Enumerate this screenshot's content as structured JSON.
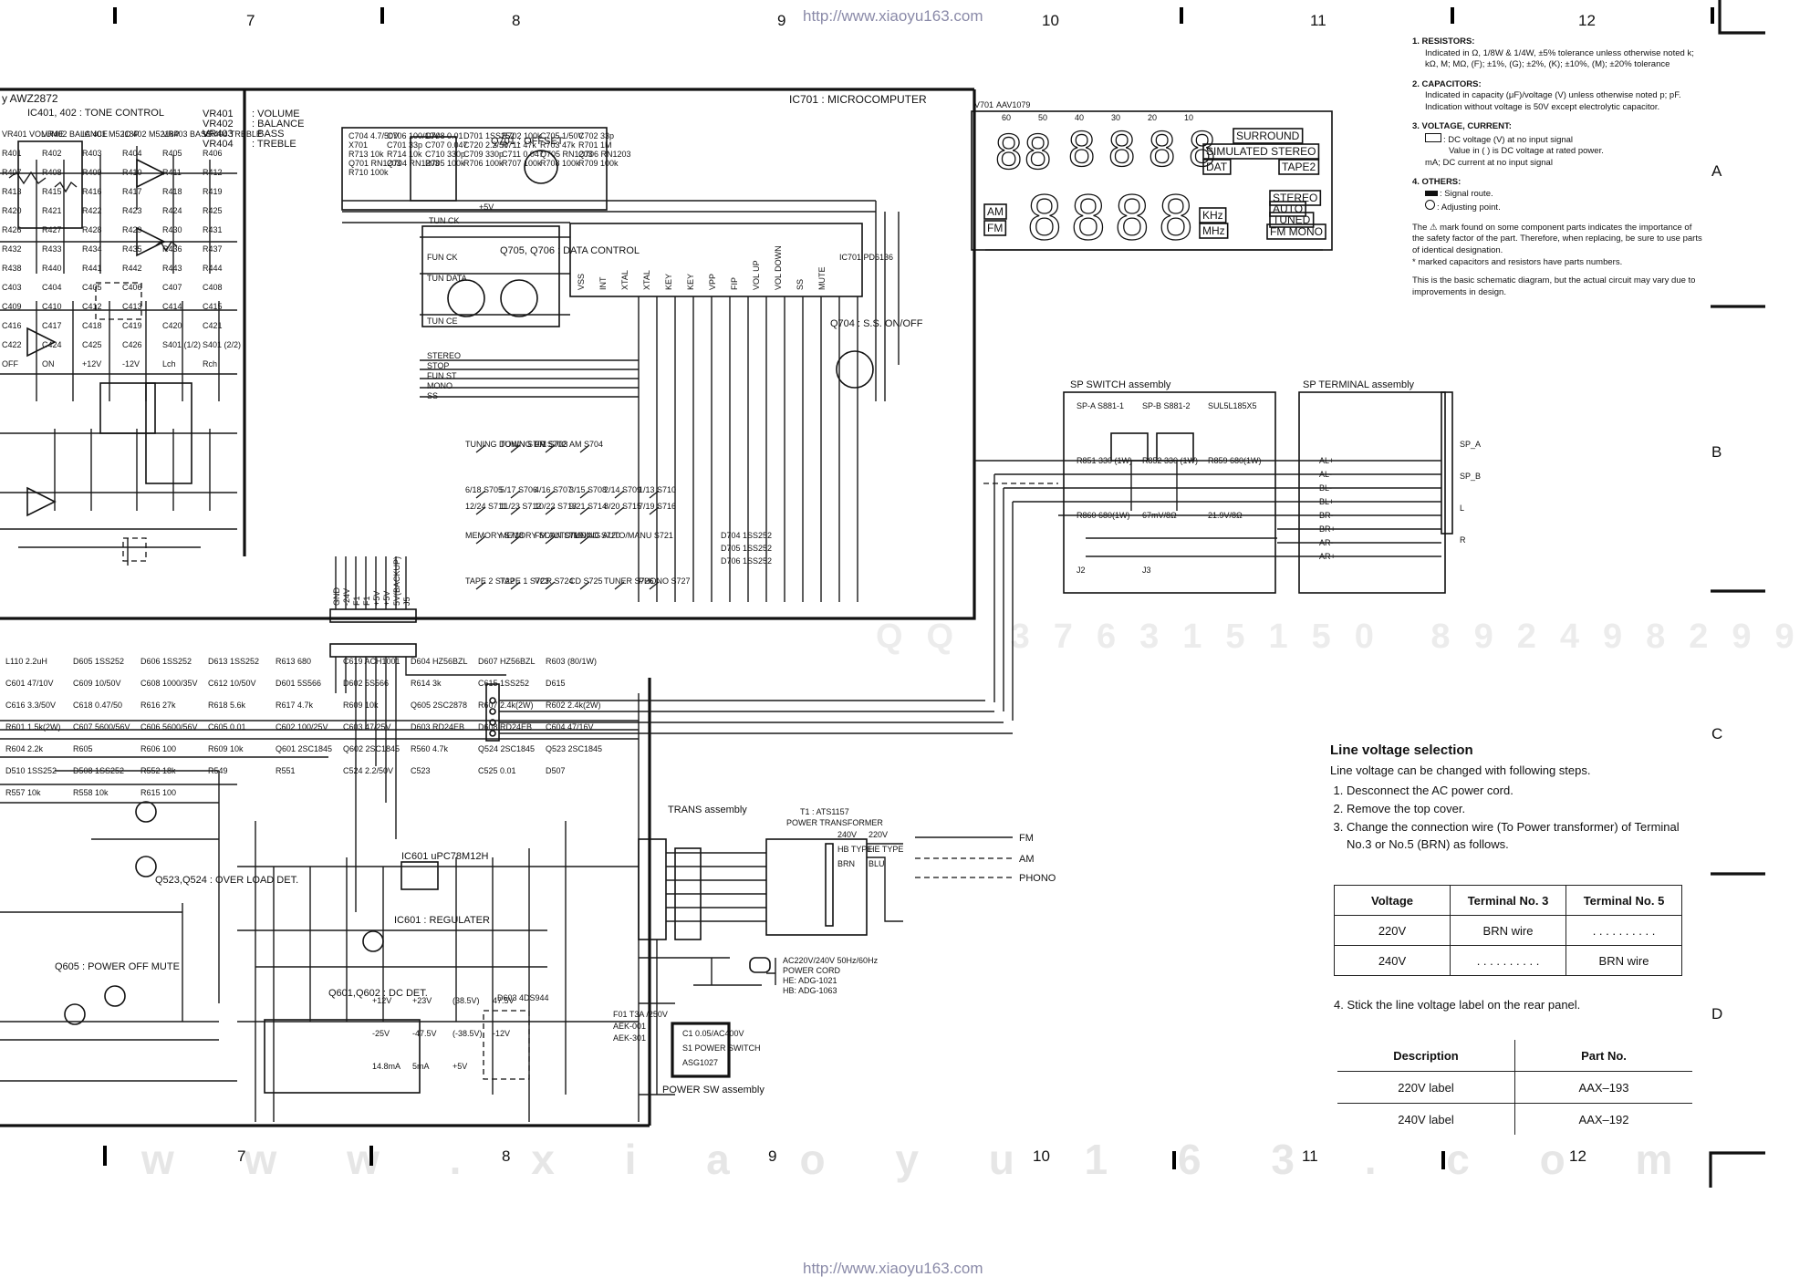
{
  "urls": {
    "top": "http://www.xiaoyu163.com",
    "bottom": "http://www.xiaoyu163.com"
  },
  "watermark": {
    "bottom_text": "w w w . x i a o y u 1 6 3 . c o m",
    "mid_text": "QQ 376315150 892498299"
  },
  "grid": {
    "top_cols": [
      "7",
      "8",
      "9",
      "10",
      "11",
      "12"
    ],
    "bottom_cols": [
      "7",
      "8",
      "9",
      "10",
      "11",
      "12"
    ],
    "rows": [
      "A",
      "B",
      "C",
      "D"
    ]
  },
  "blocks": {
    "tone_control": {
      "title": "y AWZ2872",
      "ic": "IC401, 402 : TONE CONTROL",
      "legend": [
        {
          "ref": "VR401",
          "desc": ": VOLUME"
        },
        {
          "ref": "VR402",
          "desc": ": BALANCE"
        },
        {
          "ref": "VR403",
          "desc": ": BASS"
        },
        {
          "ref": "VR404",
          "desc": ": TREBLE"
        }
      ],
      "labels": [
        "VR401 VOLUME",
        "VR402 BALANCE",
        "IC 401 M5218P",
        "IC 402 M5218P",
        "VR403 BASS",
        "VR404 TREBLE",
        "R401",
        "R402",
        "R403",
        "R404",
        "R405",
        "R406",
        "R407",
        "R408",
        "R409",
        "R410",
        "R411",
        "R412",
        "R413",
        "R415",
        "R416",
        "R417",
        "R418",
        "R419",
        "R420",
        "R421",
        "R422",
        "R423",
        "R424",
        "R425",
        "R426",
        "R427",
        "R428",
        "R429",
        "R430",
        "R431",
        "R432",
        "R433",
        "R434",
        "R435",
        "R436",
        "R437",
        "R438",
        "R440",
        "R441",
        "R442",
        "R443",
        "R444",
        "C403",
        "C404",
        "C405",
        "C406",
        "C407",
        "C408",
        "C409",
        "C410",
        "C412",
        "C413",
        "C414",
        "C415",
        "C416",
        "C417",
        "C418",
        "C419",
        "C420",
        "C421",
        "C422",
        "C424",
        "C425",
        "C426",
        "S401 (1/2)",
        "S401 (2/2)",
        "OFF",
        "ON",
        "+12V",
        "-12V",
        "Lch",
        "Rch"
      ]
    },
    "microcomputer": {
      "title": "IC701 : MICROCOMPUTER",
      "q701": "Q701 : OFFSET",
      "q705": "Q705, Q706 : DATA CONTROL",
      "q704": "Q704 : S.S. ON/OFF",
      "ic_label": "IC701 PD6136",
      "lines": [
        "TUN CK",
        "TUN DATA",
        "TUN CE",
        "FUN CK",
        "STEREO",
        "STOP",
        "FUN ST",
        "MONO",
        "SS",
        "+5V"
      ],
      "pins": [
        "VSS",
        "INT",
        "XTAL",
        "XTAL",
        "KEY",
        "KEY",
        "VPP",
        "FIP",
        "VOL UP",
        "VOL DOWN",
        "SS",
        "MUTE"
      ],
      "parts": [
        "C704 4.7/50V",
        "C706 100/10V",
        "C708 0.01",
        "D701 1SS252",
        "R702 100k",
        "C705 1/50V",
        "C702 33p",
        "X701",
        "C701 33p",
        "C707 0.047",
        "C720 2.2/50",
        "R711 47k",
        "R703 47k",
        "R701 1M",
        "R713 10k",
        "R714 10k",
        "C710 330p",
        "C709 330p",
        "C711 0.047",
        "Q705 RN1203",
        "Q706 RN1203",
        "Q701 RN1203",
        "Q704 RN1203",
        "R705 100k",
        "R706 100k",
        "R707 100k",
        "R708 100k",
        "R709 100k",
        "R710 100k"
      ],
      "keys": [
        [
          "TUNING DOWN S701",
          "TUNING UP S702",
          "FM S703",
          "AM S704"
        ],
        [
          "6/18 S705",
          "5/17 S706",
          "4/16 S707",
          "3/15 S708",
          "2/14 S709",
          "1/13 S710"
        ],
        [
          "12/24 S711",
          "11/23 S712",
          "10/22 S713",
          "9/21 S714",
          "8/20 S715",
          "7/19 S716"
        ],
        [
          "MEMORY S718",
          "MEMORY SCAN S719",
          "FM AUTO/MONO S720",
          "TUNING AUTO/MANU S721"
        ],
        [
          "TAPE 2 S722",
          "TAPE 1 S723",
          "VCR S724",
          "CD S725",
          "TUNER S726",
          "PHONO S727"
        ]
      ],
      "diodes": [
        "D704 1SS252",
        "D705 1SS252",
        "D706 1SS252"
      ],
      "connector": [
        "GND",
        "-24V",
        "F1",
        "F1",
        "+5V",
        "+5V",
        "5V(BACKUP)",
        "J5"
      ]
    },
    "display": {
      "ref": "V701",
      "part": "AAV1079",
      "scale": [
        "60",
        "50",
        "40",
        "30",
        "20",
        "10"
      ],
      "segments": [
        "SURROUND",
        "SIMULATED STEREO",
        "DAT",
        "TAPE2",
        "STEREO",
        "AUTO",
        "TUNED",
        "FM MONO",
        "AM",
        "FM",
        "KHz",
        "MHz"
      ],
      "digits": [
        "8",
        "8",
        "8",
        "8",
        "8",
        "8"
      ]
    },
    "power": {
      "trans": "TRANS assembly",
      "transformer": "T1 : ATS1157",
      "power_transformer": "POWER TRANSFORMER",
      "taps": [
        "240V",
        "220V",
        "HB TYPE",
        "HE TYPE",
        "BRN",
        "BLU"
      ],
      "cord": [
        "AC220V/240V 50Hz/60Hz",
        "POWER CORD",
        "HE: ADG-1021",
        "HB: ADG-1063"
      ],
      "switch": "POWER SW assembly",
      "switch_parts": [
        "C1 0.05/AC400V",
        "S1 POWER SWITCH",
        "ASG1027"
      ],
      "fuse": [
        "F01 T3A /250V",
        "AEK-001",
        "AEK-301"
      ],
      "outputs": [
        "FM",
        "AM",
        "PHONO"
      ],
      "regs": [
        "IC601 : REGULATER",
        "IC601 uPC78M12H",
        "Q605 : POWER OFF MUTE",
        "Q601,Q602 : DC DET.",
        "Q523,Q524 : OVER LOAD DET.",
        "D603 4DS944"
      ],
      "voltages": [
        "+12V",
        "+23V",
        "(38.5V)",
        "47.5V",
        "-25V",
        "-47.5V",
        "(-38.5V)",
        "-12V",
        "14.8mA",
        "5mA",
        "+5V"
      ],
      "parts": [
        "L110 2.2uH",
        "D605 1SS252",
        "D606 1SS252",
        "D613 1SS252",
        "R613 680",
        "C619 ACH1001",
        "D604 HZ56BZL",
        "D607 HZ56BZL",
        "R603 (80/1W)",
        "C601 47/10V",
        "C609 10/50V",
        "C608 1000/35V",
        "C612 10/50V",
        "D601 5S566",
        "D602 5S566",
        "R614 3k",
        "C615 1SS252",
        "D615",
        "C616 3.3/50V",
        "C618 0.47/50",
        "R616 27k",
        "R618 5.6k",
        "R617 4.7k",
        "R609 10k",
        "Q605 2SC2878",
        "R607 2.4k(2W)",
        "R602 2.4k(2W)",
        "R601 1.5k(2W)",
        "C607 5600/56V",
        "C606 5600/56V",
        "C605 0.01",
        "C602 100/25V",
        "C603 47/25V",
        "D603 RD24EB",
        "D608 RD24EB",
        "C604 47/16V",
        "R604 2.2k",
        "R605",
        "R606 100",
        "R609 10k",
        "Q601 2SC1845",
        "Q602 2SC1845",
        "R560 4.7k",
        "Q524 2SC1845",
        "Q523 2SC1845",
        "D510 1SS252",
        "D508 1SS252",
        "R552 18k",
        "R549",
        "R551",
        "C524 2.2/50V",
        "C523",
        "C525 0.01",
        "D507",
        "R557 10k",
        "R558 10k",
        "R615 100"
      ]
    },
    "sp_switch": {
      "title": "SP SWITCH assembly",
      "parts": [
        "SP-A S881-1",
        "SP-B S881-2",
        "SUL5L185X5",
        "R851 330 (1W)",
        "R852 330 (1W)",
        "R859 680(1W)",
        "R860 680(1W)",
        "67mV/8Ω",
        "21.9V/8Ω",
        "J2",
        "J3"
      ]
    },
    "sp_terminal": {
      "title": "SP TERMINAL assembly",
      "pins": [
        "AL+",
        "AL-",
        "BL-",
        "BL+",
        "BR-",
        "BR+",
        "AR-",
        "AR+"
      ],
      "labels": [
        "SP_A",
        "SP_B",
        "L",
        "R"
      ]
    }
  },
  "notes": {
    "items": [
      {
        "h": "1.  RESISTORS:",
        "t": "Indicated in Ω, 1/8W & 1/4W, ±5% tolerance unless otherwise noted k; kΩ, M; MΩ, (F); ±1%, (G); ±2%, (K); ±10%, (M); ±20% tolerance"
      },
      {
        "h": "2.  CAPACITORS:",
        "t": "Indicated in capacity (μF)/voltage (V) unless otherwise noted p; pF. Indication without voltage is 50V except electrolytic capacitor."
      },
      {
        "h": "3.  VOLTAGE, CURRENT:",
        "t1": ": DC voltage (V) at no input signal",
        "t2": "Value in (  ) is DC voltage at rated power.",
        "t3": "mA; DC current at no input signal"
      },
      {
        "h": "4.  OTHERS:",
        "t1": ": Signal route.",
        "t2": ": Adjusting point."
      }
    ],
    "caution": "The ⚠ mark found on some component parts indicates the importance of the safety factor of the part. Therefore, when replacing, be sure to use parts of identical designation.",
    "caution2": "* marked capacitors and resistors have parts numbers.",
    "basic": "This is the basic schematic diagram, but the actual circuit may vary due to improvements in design."
  },
  "line_voltage": {
    "title": "Line voltage selection",
    "intro": "Line voltage can be changed with following steps.",
    "steps": [
      "Desconnect the AC power cord.",
      "Remove the top cover.",
      "Change the connection wire (To Power transformer) of Terminal No.3 or No.5 (BRN) as follows."
    ],
    "table": {
      "headers": [
        "Voltage",
        "Terminal No. 3",
        "Terminal No. 5"
      ],
      "rows": [
        [
          "220V",
          "BRN wire",
          ". . . . . . . . . ."
        ],
        [
          "240V",
          ". . . . . . . . . .",
          "BRN wire"
        ]
      ]
    },
    "step4": "4. Stick the line voltage label on the rear panel.",
    "parts": {
      "headers": [
        "Description",
        "Part No."
      ],
      "rows": [
        [
          "220V label",
          "AAX–193"
        ],
        [
          "240V label",
          "AAX–192"
        ]
      ]
    }
  }
}
